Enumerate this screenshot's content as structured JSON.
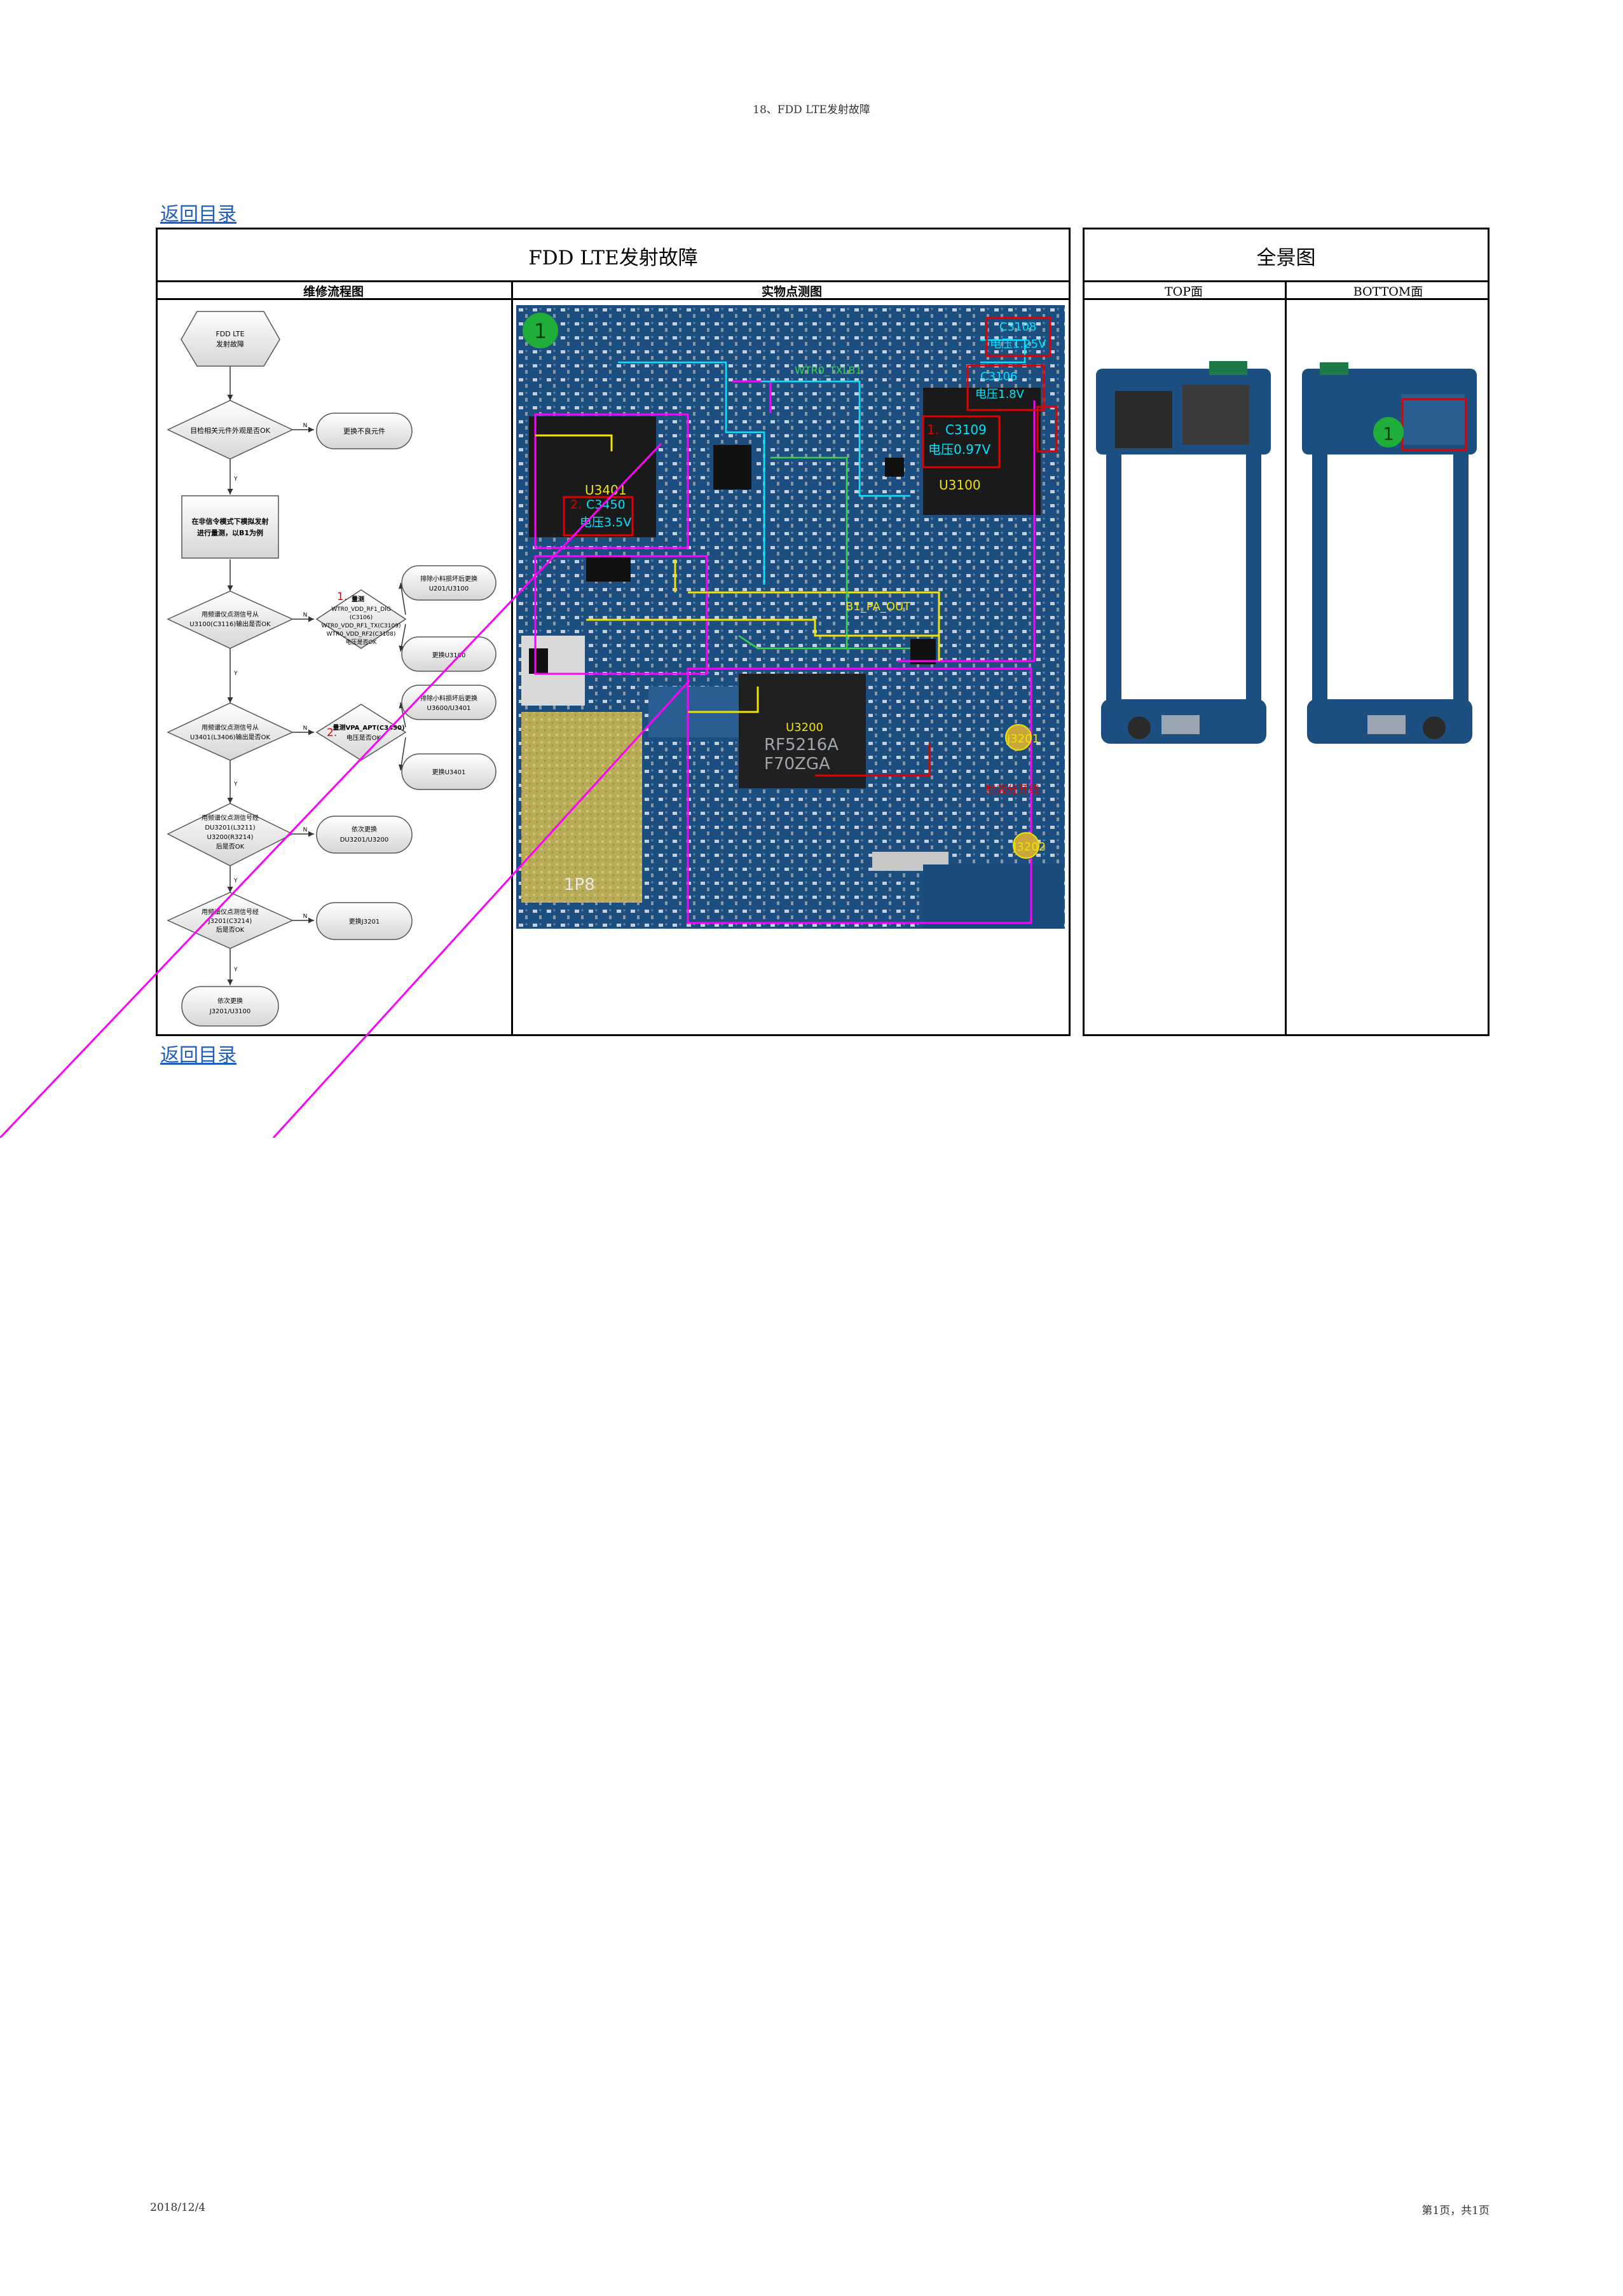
{
  "page_header": "18、FDD LTE发射故障",
  "nav": {
    "back_top": "返回目录",
    "back_bottom": "返回目录"
  },
  "main_table": {
    "title": "FDD LTE发射故障",
    "col_flow": "维修流程图",
    "col_photo": "实物点测图"
  },
  "panorama_table": {
    "title": "全景图",
    "col_top": "TOP面",
    "col_bottom": "BOTTOM面"
  },
  "flowchart": {
    "start": [
      "FDD LTE",
      "发射故障"
    ],
    "d1": "目检相关元件外观是否OK",
    "a1": "更换不良元件",
    "p1": [
      "在非信令模式下模拟发射",
      "进行量测，以B1为例"
    ],
    "d2": [
      "用频谱仪点测信号从",
      "U3100(C3116)输出是否OK"
    ],
    "m1_num": "1.",
    "m1": [
      "量测",
      "WTR0_VDD_RF1_DIG",
      "(C3106)",
      "WTR0_VDD_RF1_TX(C3109)",
      "WTR0_VDD_RF2(C3108)",
      "电压是否OK"
    ],
    "a2": [
      "排除小料损坏后更换",
      "U201/U3100"
    ],
    "a3": "更换U3100",
    "d3": [
      "用频谱仪点测信号从",
      "U3401(L3406)输出是否OK"
    ],
    "m2_num": "2.",
    "m2": [
      "量测VPA_APT(C3450)",
      "电压是否OK"
    ],
    "a4": [
      "排除小料损坏后更换",
      "U3600/U3401"
    ],
    "a5": "更换U3401",
    "d4": [
      "用频谱仪点测信号经",
      "DU3201(L3211)",
      "U3200(R3214)",
      "后是否OK"
    ],
    "a6": [
      "依次更换",
      "DU3201/U3200"
    ],
    "d5": [
      "用频谱仪点测信号经",
      "J3201(C3214)",
      "后是否OK"
    ],
    "a7": "更换J3201",
    "end": [
      "依次更换",
      "J3201/U3100"
    ],
    "yes": "Y",
    "no": "N"
  },
  "photo_labels": {
    "marker": "1",
    "c3108": "C3108",
    "c3108_v": "电压1.25V",
    "c3106": "C3106",
    "c3106_v": "电压1.8V",
    "c3109": "C3109",
    "c3109_num": "1.",
    "c3109_v": "电压0.97V",
    "u3100": "U3100",
    "u3401": "U3401",
    "c3450": "C3450",
    "c3450_num": "2.",
    "c3450_v": "电压3.5V",
    "wtr_tx": "WTR0_TXLB1",
    "b1_pa_out": "B1_PA_OUT",
    "u3200": "U3200",
    "chip_line1": "RF5216A",
    "chip_line2": "F70ZGA",
    "j3201": "J3201",
    "j3202": "J3202",
    "antenna_note": "射频分开线",
    "pcb_1p8": "1P8"
  },
  "colors": {
    "link": "#1f5fbf",
    "pcb": "#1c4f82",
    "magenta": "#ff00ff",
    "red": "#e00000",
    "yellow": "#f2e200",
    "cyan": "#00e5ff",
    "green": "#1fae3a"
  },
  "footer": {
    "date": "2018/12/4",
    "page": "第1页，共1页"
  }
}
